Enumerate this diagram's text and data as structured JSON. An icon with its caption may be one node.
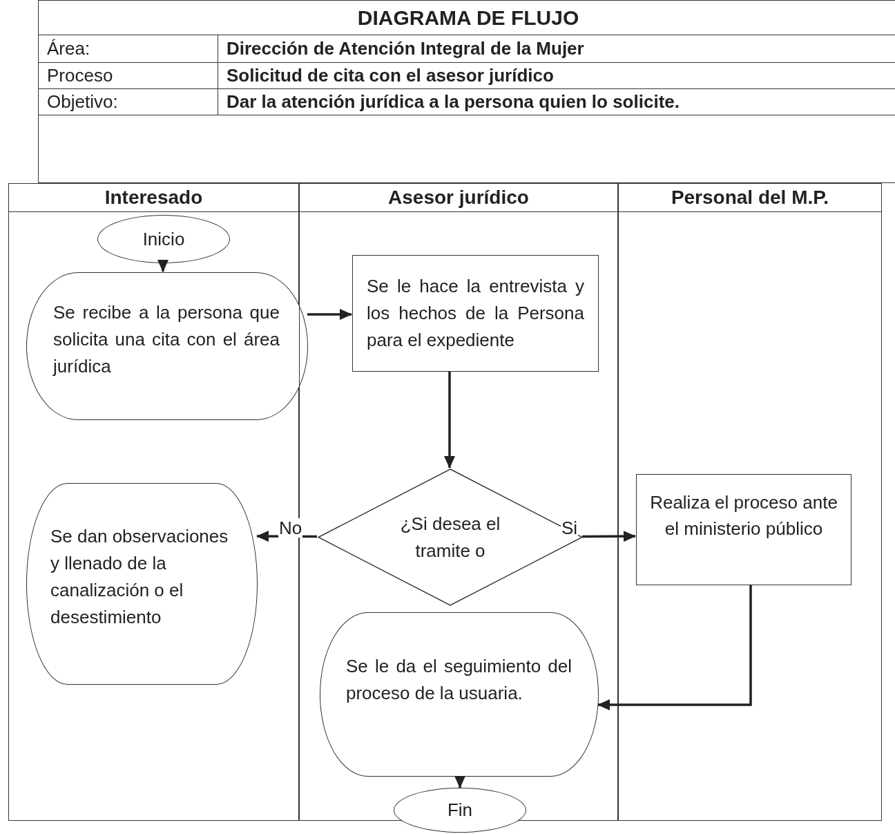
{
  "diagram": {
    "title": "DIAGRAMA DE FLUJO",
    "nodes": [
      {
        "text": [
          "Interesado"
        ]
      },
      {
        "text": [
          "Asesor jurídico"
        ]
      },
      {
        "text": [
          "Personal del M.P."
        ]
      },
      {
        "text": [
          "Inicio"
        ],
        "in": 0
      },
      {
        "text": [
          "Se recibe a la persona que solicita una cita con el área jurídica"
        ],
        "in": 0
      },
      {
        "text": [
          "Se le hace la entrevista y los hechos de la Persona para el expediente"
        ],
        "in": 1
      },
      {
        "text": [
          "¿Si desea el tramite o"
        ],
        "in": 1
      },
      {
        "text": [
          "Se dan observaciones y llenado de la canalización o el desestimiento"
        ],
        "in": 0
      },
      {
        "text": [
          "Realiza el proceso ante el ministerio público"
        ],
        "in": 2
      },
      {
        "text": [
          "Se le da el seguimiento del proceso de la usuaria."
        ],
        "in": 1
      },
      {
        "text": [
          "Fin"
        ]
      }
    ],
    "edges": [
      {
        "from": 3,
        "to": 4,
        "arrow": "to"
      },
      {
        "from": 4,
        "to": 5,
        "arrow": "to"
      },
      {
        "from": 5,
        "to": 6,
        "arrow": "to"
      },
      {
        "from": 6,
        "to": 7,
        "arrow": "to",
        "label": "No"
      },
      {
        "from": 6,
        "to": 8,
        "arrow": "to",
        "label": "Si"
      },
      {
        "from": 8,
        "to": 9,
        "arrow": "to"
      },
      {
        "from": 9,
        "to": 10,
        "arrow": "to"
      }
    ],
    "labels": [
      "Área:",
      "Dirección de Atención Integral de la Mujer",
      "Proceso",
      "Solicitud de cita con el asesor jurídico",
      "Objetivo:",
      "Dar la atención jurídica a la persona quien lo solicite."
    ]
  }
}
